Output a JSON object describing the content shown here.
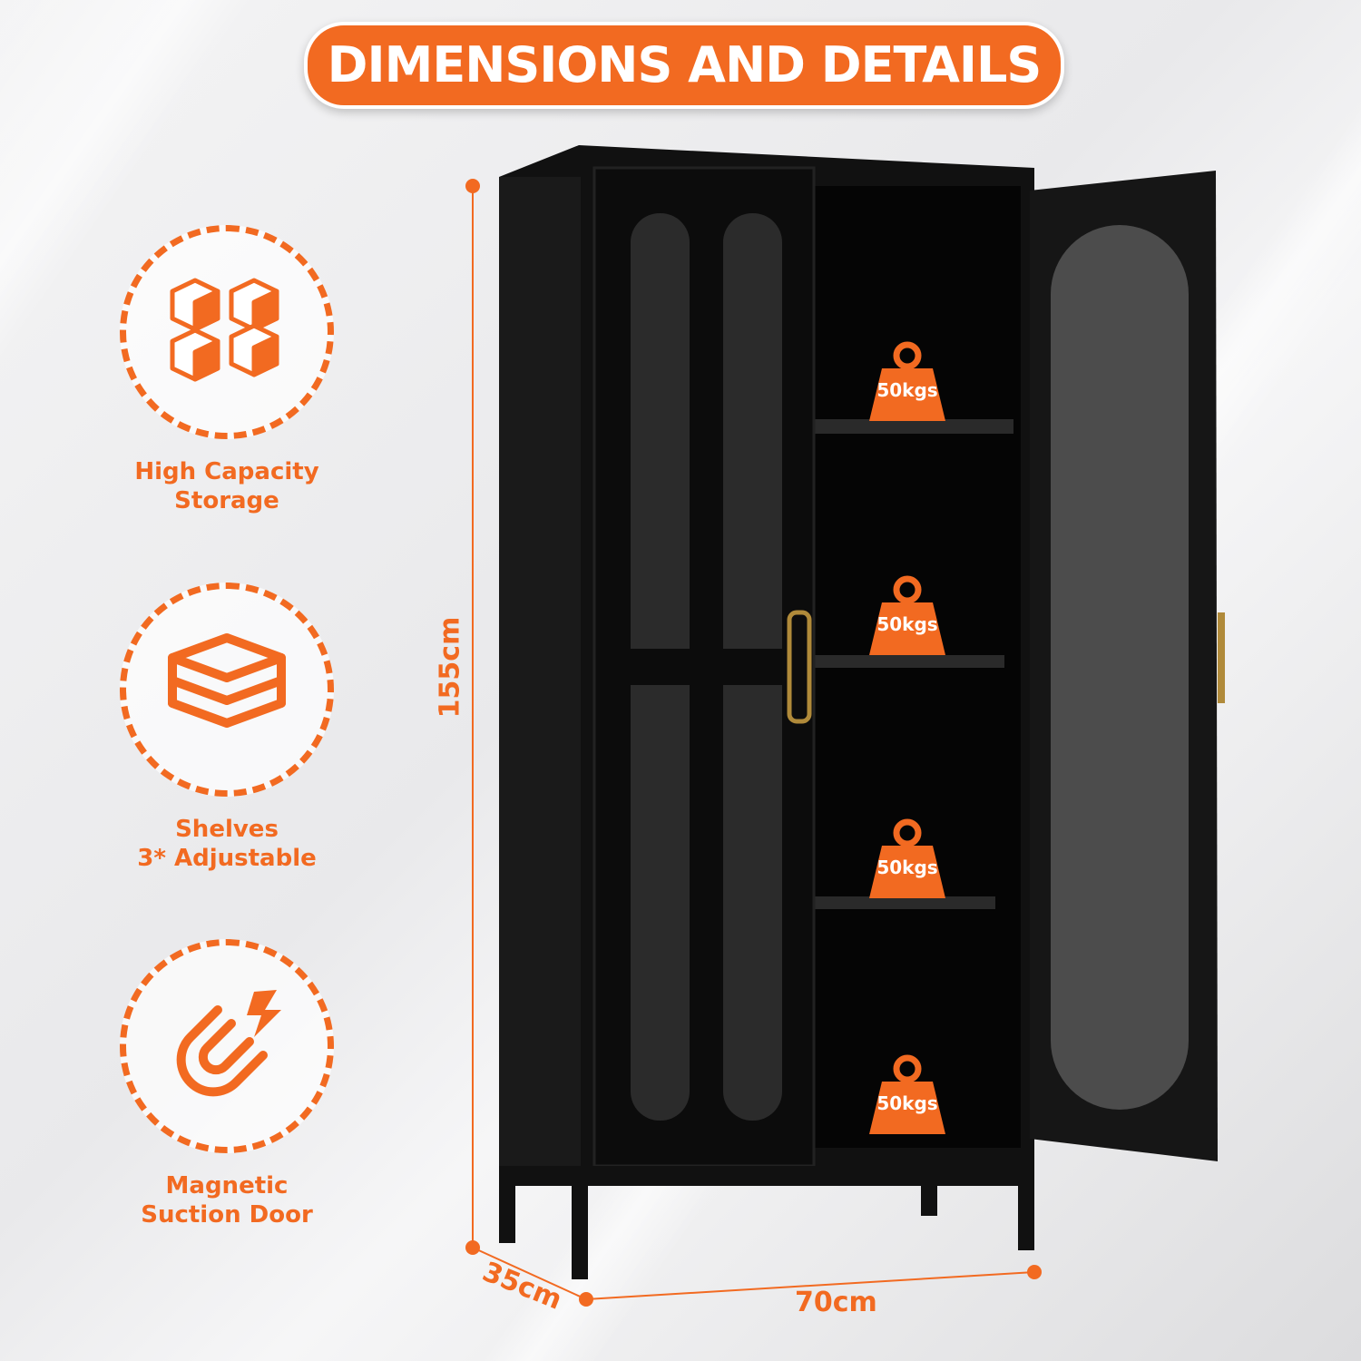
{
  "title": "DIMENSIONS AND DETAILS",
  "features": [
    {
      "label_line1": "High Capacity",
      "label_line2": "Storage",
      "icon": "cubes-icon"
    },
    {
      "label_line1": "Shelves",
      "label_line2": "3* Adjustable",
      "icon": "layers-icon"
    },
    {
      "label_line1": "Magnetic",
      "label_line2": "Suction Door",
      "icon": "magnet-icon"
    }
  ],
  "dimensions": {
    "height": "155cm",
    "depth": "35cm",
    "width": "70cm"
  },
  "shelf_loads": [
    "50kgs",
    "50kgs",
    "50kgs",
    "50kgs"
  ],
  "colors": {
    "accent": "#f26a21",
    "cabinet": "#0d0d0d"
  }
}
